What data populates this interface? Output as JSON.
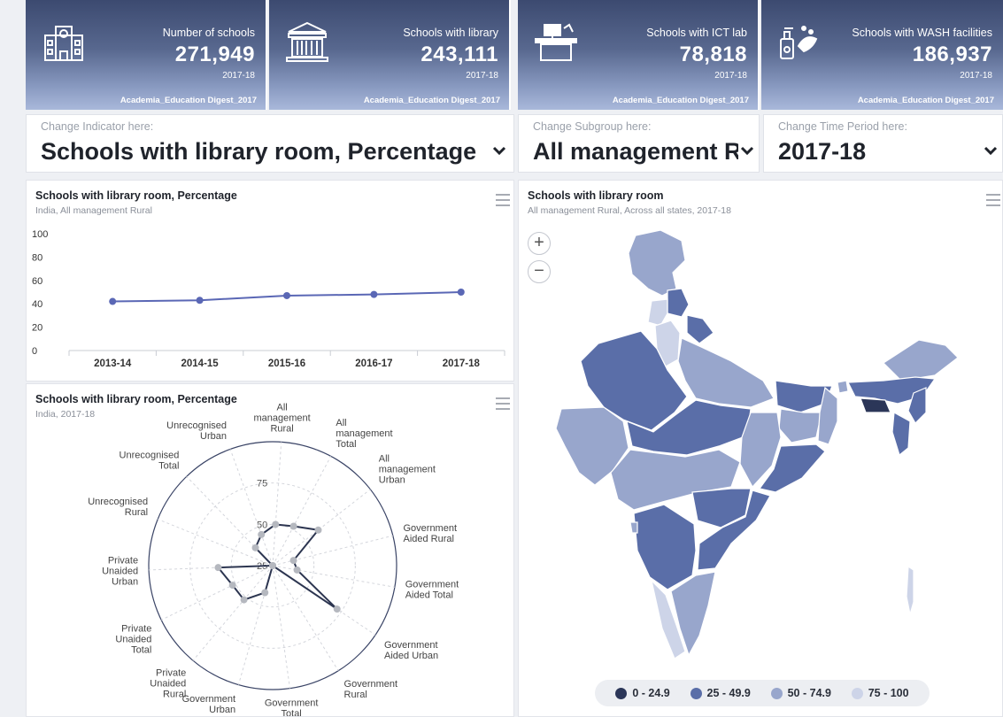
{
  "kpis": [
    {
      "label": "Number of schools",
      "value": "271,949",
      "period": "2017-18",
      "source": "Academia_Education Digest_2017",
      "icon": "school-building-icon"
    },
    {
      "label": "Schools with library",
      "value": "243,111",
      "period": "2017-18",
      "source": "Academia_Education Digest_2017",
      "icon": "library-icon"
    },
    {
      "label": "Schools with ICT lab",
      "value": "78,818",
      "period": "2017-18",
      "source": "Academia_Education Digest_2017",
      "icon": "computer-desk-icon"
    },
    {
      "label": "Schools with WASH facilities",
      "value": "186,937",
      "period": "2017-18",
      "source": "Academia_Education Digest_2017",
      "icon": "handwash-icon"
    }
  ],
  "selectors": {
    "indicator": {
      "caption": "Change Indicator here:",
      "value": "Schools with library room, Percentage"
    },
    "subgroup": {
      "caption": "Change Subgroup here:",
      "value": "All management R…"
    },
    "period": {
      "caption": "Change Time Period here:",
      "value": "2017-18"
    }
  },
  "line_panel": {
    "title": "Schools with library room, Percentage",
    "subtitle": "India, All management Rural"
  },
  "radar_panel": {
    "title": "Schools with library room, Percentage",
    "subtitle": "India, 2017-18"
  },
  "map_panel": {
    "title": "Schools with library room",
    "subtitle": "All management Rural, Across all states, 2017-18",
    "zoom_in": "+",
    "zoom_out": "−",
    "legend": [
      {
        "label": "0 - 24.9",
        "color": "#2b3658"
      },
      {
        "label": "25 - 49.9",
        "color": "#5a6ea8"
      },
      {
        "label": "50 - 74.9",
        "color": "#98a6cc"
      },
      {
        "label": "75 - 100",
        "color": "#cdd4e8"
      }
    ]
  },
  "chart_data": [
    {
      "type": "line",
      "title": "Schools with library room, Percentage",
      "subtitle": "India, All management Rural",
      "categories": [
        "2013-14",
        "2014-15",
        "2015-16",
        "2016-17",
        "2017-18"
      ],
      "series": [
        {
          "values": [
            42,
            43,
            47,
            48,
            50
          ]
        }
      ],
      "ylim": [
        0,
        100
      ],
      "yticks": [
        0,
        20,
        40,
        60,
        80,
        100
      ],
      "grid": false,
      "color": "#5a67b5"
    },
    {
      "type": "radar",
      "title": "Schools with library room, Percentage",
      "subtitle": "India, 2017-18",
      "categories": [
        "All management Rural",
        "All management Total",
        "All management Urban",
        "Government Aided Rural",
        "Government Aided Total",
        "Government Aided Urban",
        "Government Rural",
        "Government Total",
        "Government Urban",
        "Private Unaided Rural",
        "Private Unaided Total",
        "Private Unaided Urban",
        "Unrecognised Rural",
        "Unrecognised Total",
        "Unrecognised Urban"
      ],
      "series": [
        {
          "values": [
            50,
            52,
            60,
            38,
            40,
            72,
            22,
            25,
            42,
            52,
            52,
            58,
            25,
            40,
            45
          ]
        }
      ],
      "rticks": [
        25,
        50,
        75
      ],
      "rlim": [
        25,
        100
      ],
      "color": "#2c3550"
    }
  ]
}
